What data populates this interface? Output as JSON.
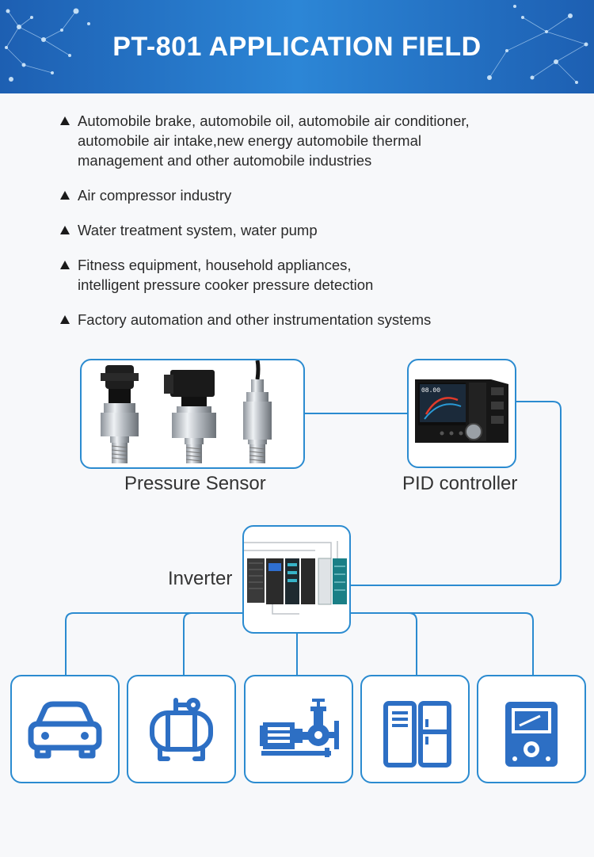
{
  "header": {
    "title": "PT-801 APPLICATION FIELD"
  },
  "applications": [
    {
      "lines": [
        "Automobile brake, automobile oil, automobile air conditioner,",
        "automobile air intake,new energy automobile thermal",
        "management and other automobile industries"
      ]
    },
    {
      "lines": [
        "Air compressor industry"
      ]
    },
    {
      "lines": [
        "Water treatment system, water pump"
      ]
    },
    {
      "lines": [
        "Fitness equipment, household appliances,",
        "intelligent pressure cooker pressure detection"
      ]
    },
    {
      "lines": [
        "Factory automation and other instrumentation systems"
      ]
    }
  ],
  "diagram": {
    "pressure_sensor_label": "Pressure Sensor",
    "pid_controller_label": "PID controller",
    "inverter_label": "Inverter",
    "pid_display_text": "08.00",
    "devices": [
      "car-icon",
      "air-compressor-icon",
      "water-pump-icon",
      "household-appliance-icon",
      "instrument-meter-icon"
    ],
    "accent_color": "#2b8bd0",
    "icon_color": "#2d6fc4"
  }
}
